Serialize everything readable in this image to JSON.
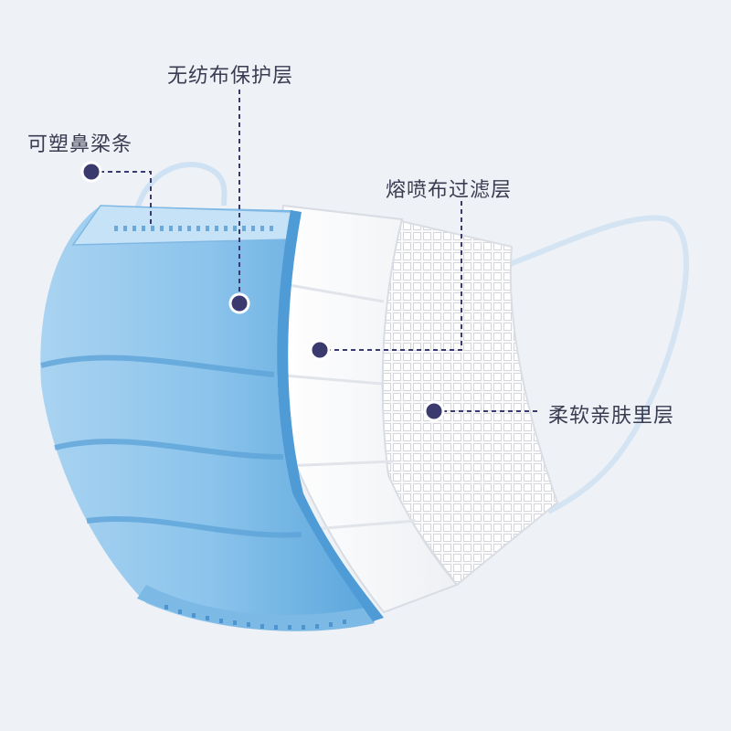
{
  "labels": {
    "nonwoven": "无纺布保护层",
    "nose_strip": "可塑鼻梁条",
    "meltblown": "熔喷布过滤层",
    "soft_inner": "柔软亲肤里层"
  },
  "colors": {
    "background": "#eef1f6",
    "mask_blue": "#7fbbe6",
    "mask_blue_dark": "#4e9bd6",
    "dot": "#3a3a6e",
    "label_text": "#3b3b52"
  }
}
